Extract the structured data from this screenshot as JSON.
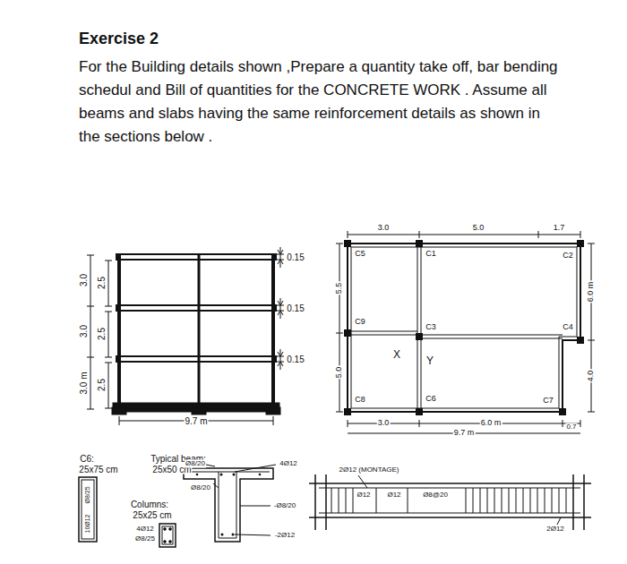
{
  "diagram": {
    "title": "Exercise 2",
    "labels": [
      "For the Building details shown ,Prepare a quantity take off, bar bending schedul and Bill of quantities for the CONCRETE WORK . Assume all beams and slabs having the same reinforcement details as shown in the sections below .",
      "3.0",
      "2.5",
      "3.0",
      "2.5",
      "3.0 m",
      "2.5",
      "0.15",
      "0.15",
      "0.15",
      "9.7 m",
      "3.0",
      "5.0",
      "1.7",
      "6.0 m",
      "4.0",
      "5.5",
      "5.0",
      "C5",
      "C1",
      "C2",
      "C9",
      "C3",
      "C4",
      "X",
      "Y",
      "C6",
      "C8",
      "C7",
      "3.0",
      "6.0 m",
      "0.7",
      "9.7 m",
      "C6:",
      "25x75 cm",
      "Typical beam:",
      "25x50 cm",
      "Columns:",
      "25x25 cm",
      "4Ø12",
      "Ø8/25",
      "Ø8/20",
      "4Ø12",
      "Ø8/20",
      "-Ø8/20",
      "-2Ø12",
      "2Ø12 (MONTAGE)",
      "Ø12",
      "Ø12",
      "Ø8@20",
      "2Ø12",
      "Ø8/25",
      "10Ø12"
    ]
  }
}
